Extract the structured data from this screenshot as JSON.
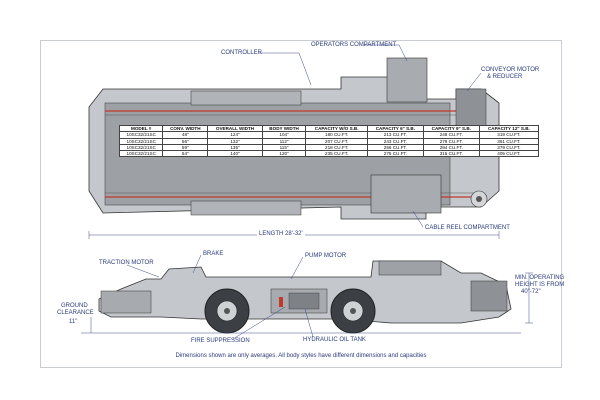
{
  "labels": {
    "controller": "CONTROLLER",
    "operators_compartment": "OPERATORS COMPARTMENT",
    "conveyor_motor": "CONVEYOR MOTOR",
    "reducer": "& REDUCER",
    "cable_reel": "CABLE REEL COMPARTMENT",
    "length": "LENGTH 28'-32'",
    "traction_motor": "TRACTION MOTOR",
    "brake": "BRAKE",
    "pump_motor": "PUMP MOTOR",
    "min_operating_1": "MIN. OPERATING",
    "min_operating_2": "HEIGHT IS FROM",
    "min_operating_3": "40\"-72\"",
    "ground_clearance_1": "GROUND",
    "ground_clearance_2": "CLEARANCE",
    "ground_clearance_3": "11\"",
    "fire_suppression": "FIRE SUPPRESSION",
    "hydraulic_tank": "HYDRAULIC OIL TANK"
  },
  "table": {
    "headers": [
      "MODEL #",
      "CONV. WIDTH",
      "OVERALL WIDTH",
      "BODY WIDTH",
      "CAPACITY W/O S.B.",
      "CAPACITY 6\" S.B.",
      "CAPACITY 9\" S.B.",
      "CAPACITY 12\" S.B."
    ],
    "rows": [
      [
        "10SC32/21SC",
        "48\"",
        "124\"",
        "104\"",
        "180 CU.FT.",
        "213 CU.FT.",
        "248 CU.FT.",
        "319 CU.FT."
      ],
      [
        "10SC32/21SC",
        "56\"",
        "132\"",
        "112\"",
        "207 CU.FT.",
        "243 CU.FT.",
        "279 CU.FT.",
        "361 CU.FT."
      ],
      [
        "10SC32/21SC",
        "59\"",
        "135\"",
        "115\"",
        "218 CU.FT.",
        "256 CU.FT.",
        "294 CU.FT.",
        "379 CU.FT."
      ],
      [
        "10SC32/21SC",
        "64\"",
        "140\"",
        "120\"",
        "235 CU.FT.",
        "275 CU.FT.",
        "315 CU.FT.",
        "405 CU.FT."
      ]
    ]
  },
  "note": "Dimensions shown are only averages. All body styles have different dimensions and capacities",
  "colors": {
    "line": "#3a4a8a",
    "body": "#b9bcc0",
    "dark": "#6f7378",
    "conveyor": "#c0392b"
  }
}
